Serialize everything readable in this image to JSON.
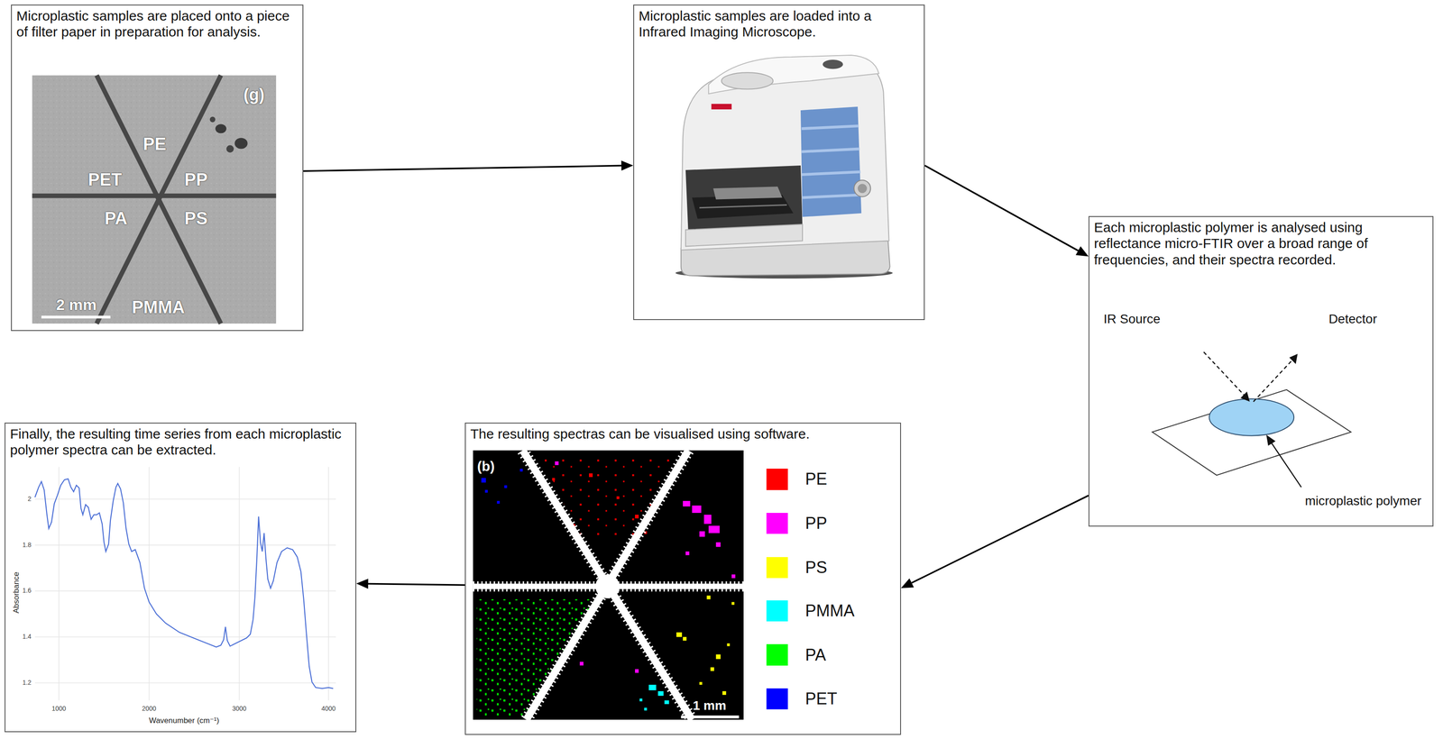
{
  "diagram": {
    "nodes": [
      {
        "text": [
          "Microplastic samples are placed onto a piece of filter paper in preparation for analysis."
        ]
      },
      {
        "text": [
          "Microplastic samples are loaded into a Infrared Imaging Microscope."
        ]
      },
      {
        "text": [
          "Each microplastic polymer is analysed using reflectance micro-FTIR over a broad range of frequencies, and their spectra recorded."
        ]
      },
      {
        "text": [
          "The resulting spectras can be visualised using software."
        ]
      },
      {
        "text": [
          "Finally, the resulting time series from each microplastic polymer spectra can be extracted."
        ]
      }
    ],
    "edges": [
      {
        "from": 0,
        "to": 1,
        "arrow": "to"
      },
      {
        "from": 1,
        "to": 2,
        "arrow": "to"
      },
      {
        "from": 2,
        "to": 3,
        "arrow": "to"
      },
      {
        "from": 3,
        "to": 4,
        "arrow": "to"
      }
    ],
    "labels": [
      "(g)",
      "PE",
      "PET",
      "PP",
      "PA",
      "PS",
      "2 mm",
      "PMMA",
      "IR Source",
      "Detector",
      "microplastic polymer",
      "(b)",
      "1 mm",
      "2",
      "1.8",
      "1.6",
      "1.4",
      "1.2",
      "1000",
      "2000",
      "3000",
      "4000",
      "Absorbance",
      "Wavenumber (cm⁻¹)"
    ],
    "legend": [
      {
        "text": "PE",
        "color": "#ff0000"
      },
      {
        "text": "PP",
        "color": "#ff00ff"
      },
      {
        "text": "PS",
        "color": "#ffff00"
      },
      {
        "text": "PMMA",
        "color": "#00ffff"
      },
      {
        "text": "PA",
        "color": "#00ff00"
      },
      {
        "text": "PET",
        "color": "#0000ff"
      }
    ]
  }
}
